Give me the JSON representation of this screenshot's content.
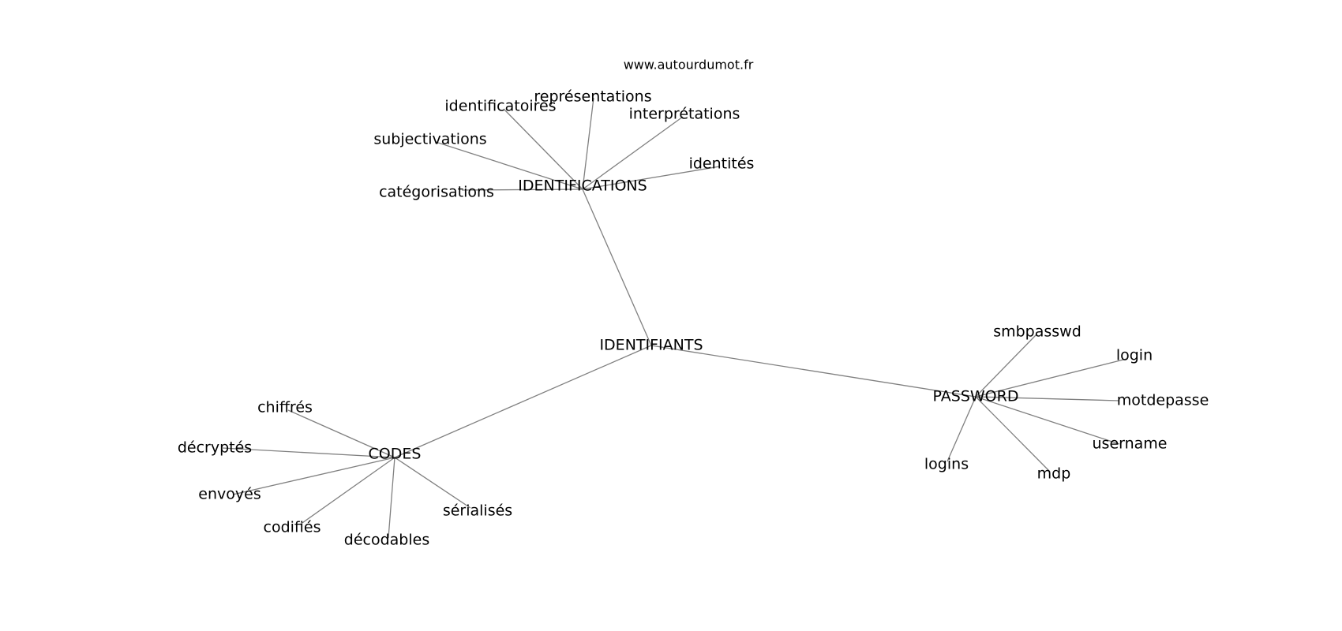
{
  "source": "www.autourdumot.fr",
  "colors": {
    "background": "#ffffff",
    "edge": "#808080",
    "text": "#000000"
  },
  "graph": {
    "center": "IDENTIFIANTS",
    "groups": [
      {
        "hub": "IDENTIFICATIONS",
        "leaves": [
          "identificatoires",
          "représentations",
          "interprétations",
          "subjectivations",
          "identités",
          "catégorisations"
        ]
      },
      {
        "hub": "PASSWORD",
        "leaves": [
          "smbpasswd",
          "login",
          "motdepasse",
          "username",
          "mdp",
          "logins"
        ]
      },
      {
        "hub": "CODES",
        "leaves": [
          "chiffrés",
          "décryptés",
          "envoyés",
          "codifiés",
          "décodables",
          "sérialisés"
        ]
      }
    ]
  }
}
